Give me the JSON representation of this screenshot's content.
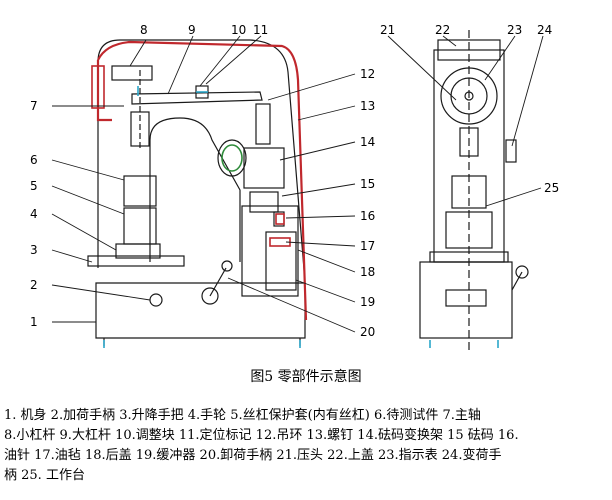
{
  "callouts_front": [
    "1",
    "2",
    "3",
    "4",
    "5",
    "6",
    "7",
    "8",
    "9",
    "10",
    "11",
    "12",
    "13",
    "14",
    "15",
    "16",
    "17",
    "18",
    "19",
    "20"
  ],
  "callouts_side": [
    "21",
    "22",
    "23",
    "24",
    "25"
  ],
  "caption": "图5  零部件示意图",
  "legend_lines": [
    "1.  机身 2.加荷手柄 3.升降手把 4.手轮 5.丝杠保护套(内有丝杠) 6.待测试件 7.主轴",
    "8.小杠杆 9.大杠杆 10.调整块 11.定位标记 12.吊环 13.螺钉 14.砝码变换架 15 砝码 16.",
    "油针 17.油毡 18.后盖 19.缓冲器 20.卸荷手柄 21.压头 22.上盖 23.指示表  24.变荷手",
    "柄 25. 工作台"
  ],
  "colors": {
    "line": "#1a1a1a",
    "red": "#c0282d",
    "green": "#2e8b3a",
    "cyan": "#2aa6c9"
  }
}
